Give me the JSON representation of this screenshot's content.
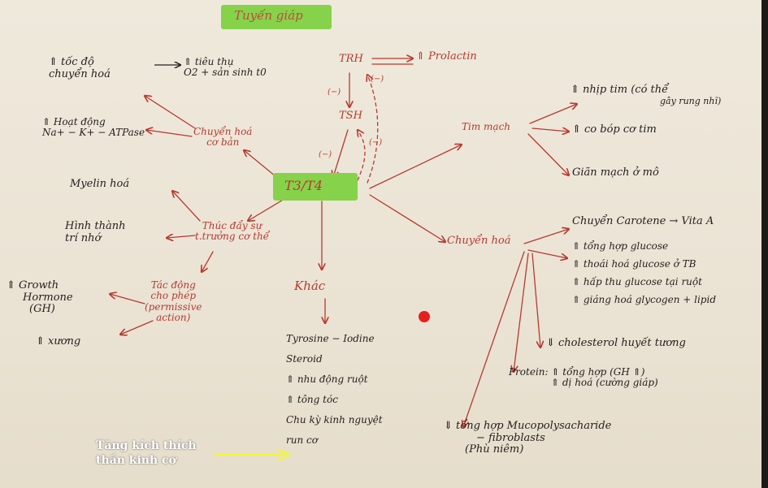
{
  "title": "Tuyến giáp",
  "center": "T3/T4",
  "hormones": {
    "trh": "TRH",
    "tsh": "TSH",
    "prolactin": "⇑ Prolactin",
    "neg1": "(−)",
    "neg2": "(−)",
    "neg3": "(−)",
    "neg4": "(−)"
  },
  "left_top": {
    "rate_line1": "⇑ tốc độ",
    "rate_line2": "chuyển hoá",
    "consume_line1": "⇑ tiêu thụ",
    "consume_line2": "O2 + sản sinh t0",
    "active_line1": "⇑ Hoạt động",
    "active_line2": "Na+ − K+ − ATPase",
    "basal_line1": "Chuyển hoá",
    "basal_line2": "cơ bản"
  },
  "left_mid": {
    "myelin": "Myelin hoá",
    "memory_line1": "Hình thành",
    "memory_line2": "trí nhớ",
    "growth_line1": "Thúc đẩy sự",
    "growth_line2": "t.trưởng cơ thể",
    "gh_line1": "⇑ Growth",
    "gh_line2": "Hormone",
    "gh_line3": "(GH)",
    "bone": "⇑ xương",
    "permissive_line1": "Tác động",
    "permissive_line2": "cho phép",
    "permissive_line3": "(permissive",
    "permissive_line4": "action)"
  },
  "other": {
    "label": "Khác",
    "items": [
      "Tyrosine − Iodine",
      "Steroid",
      "⇑ nhu động ruột",
      "⇑ tông tóc",
      "Chu kỳ kinh nguyệt",
      "run cơ"
    ]
  },
  "cardio": {
    "label": "Tim mạch",
    "heart_rate_line1": "⇑ nhịp tim (có thể",
    "heart_rate_line2": "gây rung nhĩ)",
    "contract": "⇑ co bóp cơ tim",
    "dilate": "Giãn mạch ở mô"
  },
  "metabolism": {
    "label": "Chuyển hoá",
    "items": [
      "Chuyển Carotene → Vita A",
      "⇑ tổng hợp glucose",
      "⇑ thoái hoá glucose ở TB",
      "⇑ hấp thu glucose tại ruột",
      "⇑ giáng hoá glycogen + lipid"
    ],
    "cholesterol": "⇓ cholesterol huyết tương",
    "protein_line1": "Protein: ⇑ tổng hợp (GH ⇑)",
    "protein_line2": "⇑ dị hoá (cường giáp)",
    "muco_line1": "⇓ tổng hợp Mucopolysacharide",
    "muco_line2": "− fibroblasts",
    "muco_line3": "(Phù niêm)"
  },
  "overlay": {
    "line1": "Tăng kích thích",
    "line2": "thần kinh cơ"
  },
  "colors": {
    "ink_red": "#b8392f",
    "ink_black": "#26201f",
    "highlight": "#86d24a",
    "pointer_dot": "#e51f1f",
    "overlay_arrow": "#f3f542"
  }
}
